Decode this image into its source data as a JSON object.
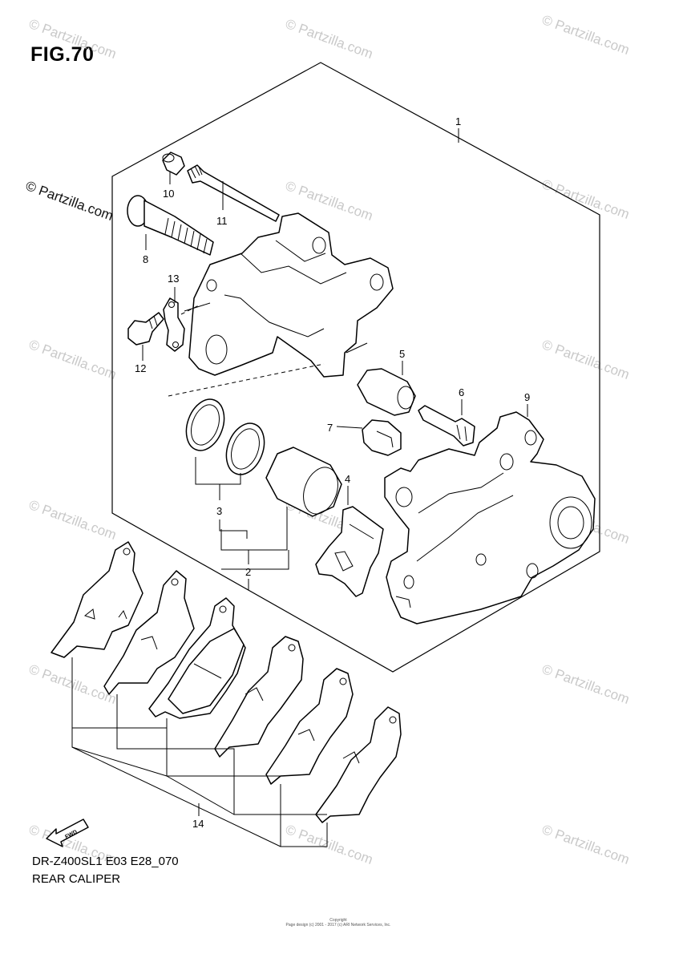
{
  "figure": {
    "title": "FIG.70",
    "code": "DR-Z400SL1 E03 E28_070",
    "name": "REAR CALIPER"
  },
  "watermark": {
    "text": "© Partzilla.com"
  },
  "callouts": [
    "1",
    "2",
    "3",
    "4",
    "5",
    "6",
    "7",
    "8",
    "9",
    "10",
    "11",
    "12",
    "13",
    "14"
  ],
  "direction_arrow": {
    "label": "FWD",
    "icon": "fwd-arrow-icon"
  },
  "copyright": {
    "line1": "Copyright",
    "line2": "Page design (c) 2001 - 2017 (c) ARI Network Services, Inc."
  }
}
